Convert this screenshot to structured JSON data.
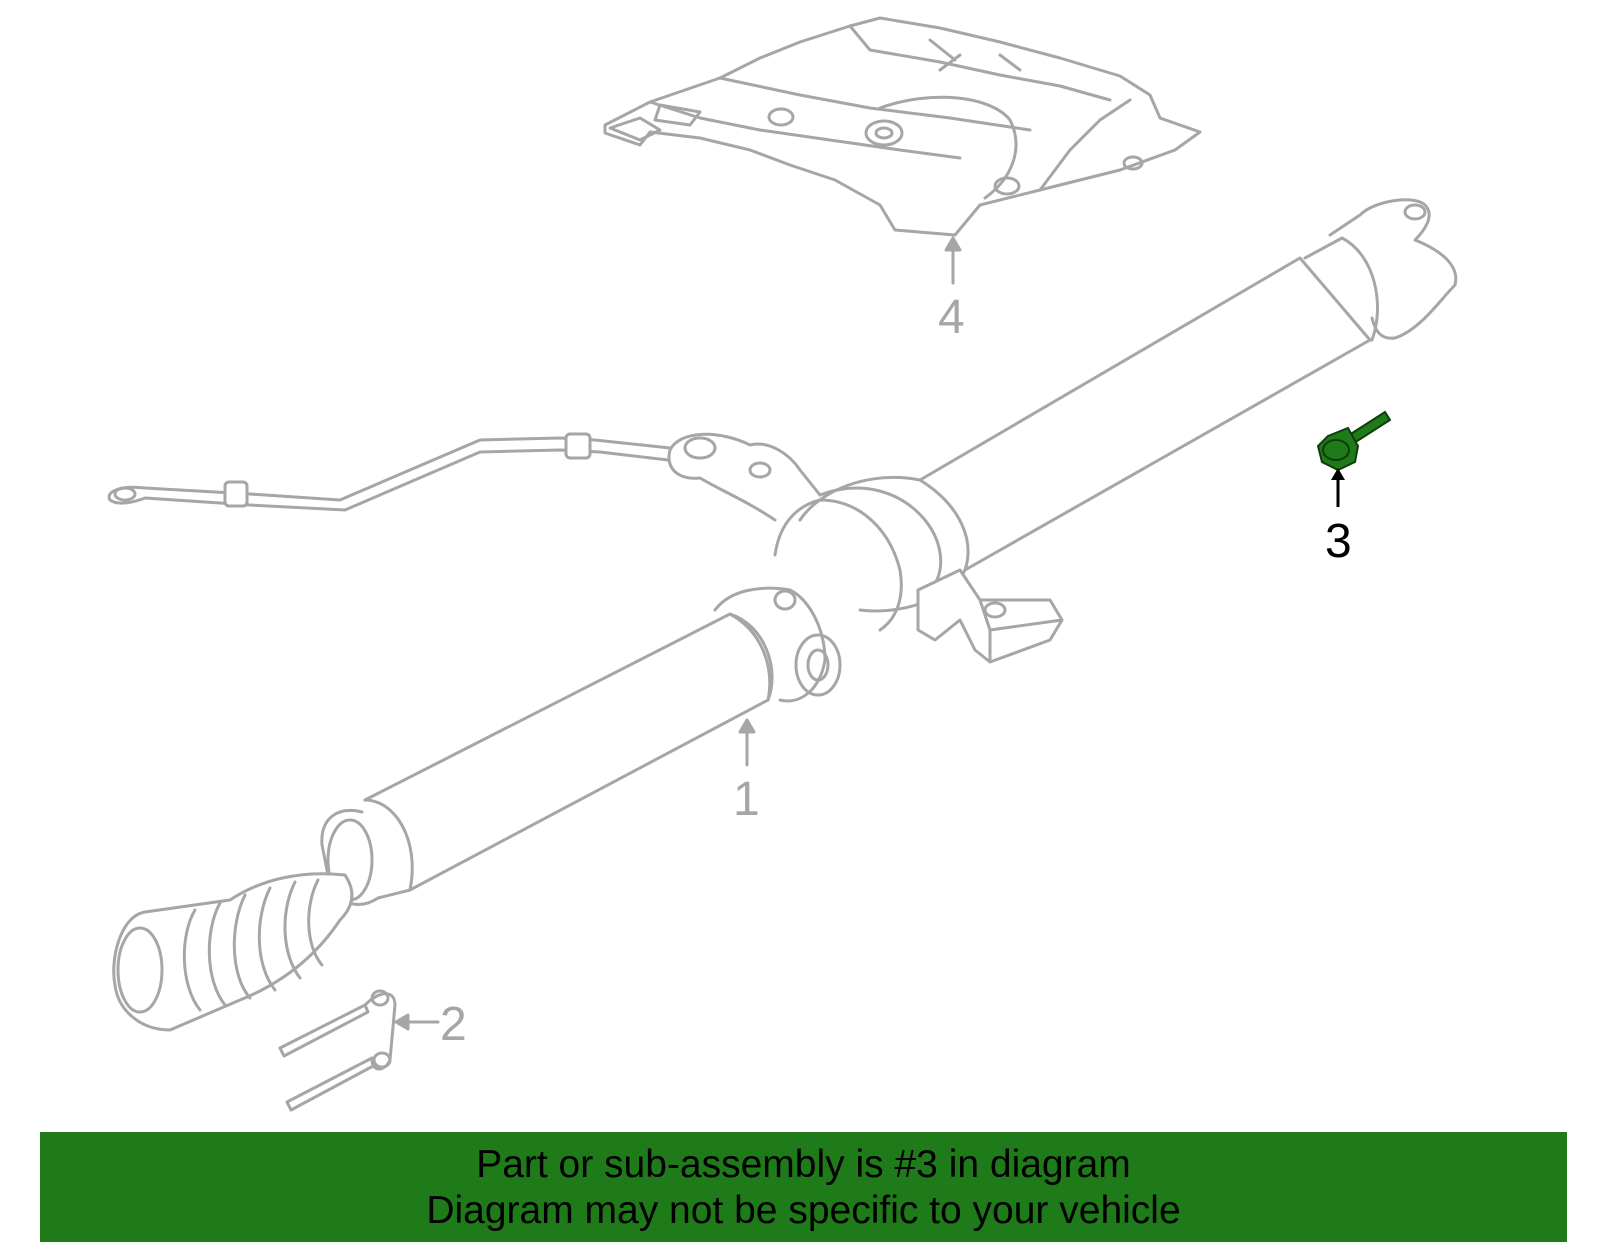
{
  "diagram": {
    "callouts": [
      {
        "id": "1",
        "label": "1"
      },
      {
        "id": "2",
        "label": "2"
      },
      {
        "id": "3",
        "label": "3"
      },
      {
        "id": "4",
        "label": "4"
      }
    ],
    "highlighted_part": "3",
    "colors": {
      "line_art": "#a6a6a6",
      "highlight": "#1f7a1a",
      "banner_bg": "#1f7a1a",
      "banner_text": "#000000"
    }
  },
  "banner": {
    "line1": "Part or sub-assembly is #3 in diagram",
    "line2": "Diagram may not be specific to your vehicle"
  }
}
